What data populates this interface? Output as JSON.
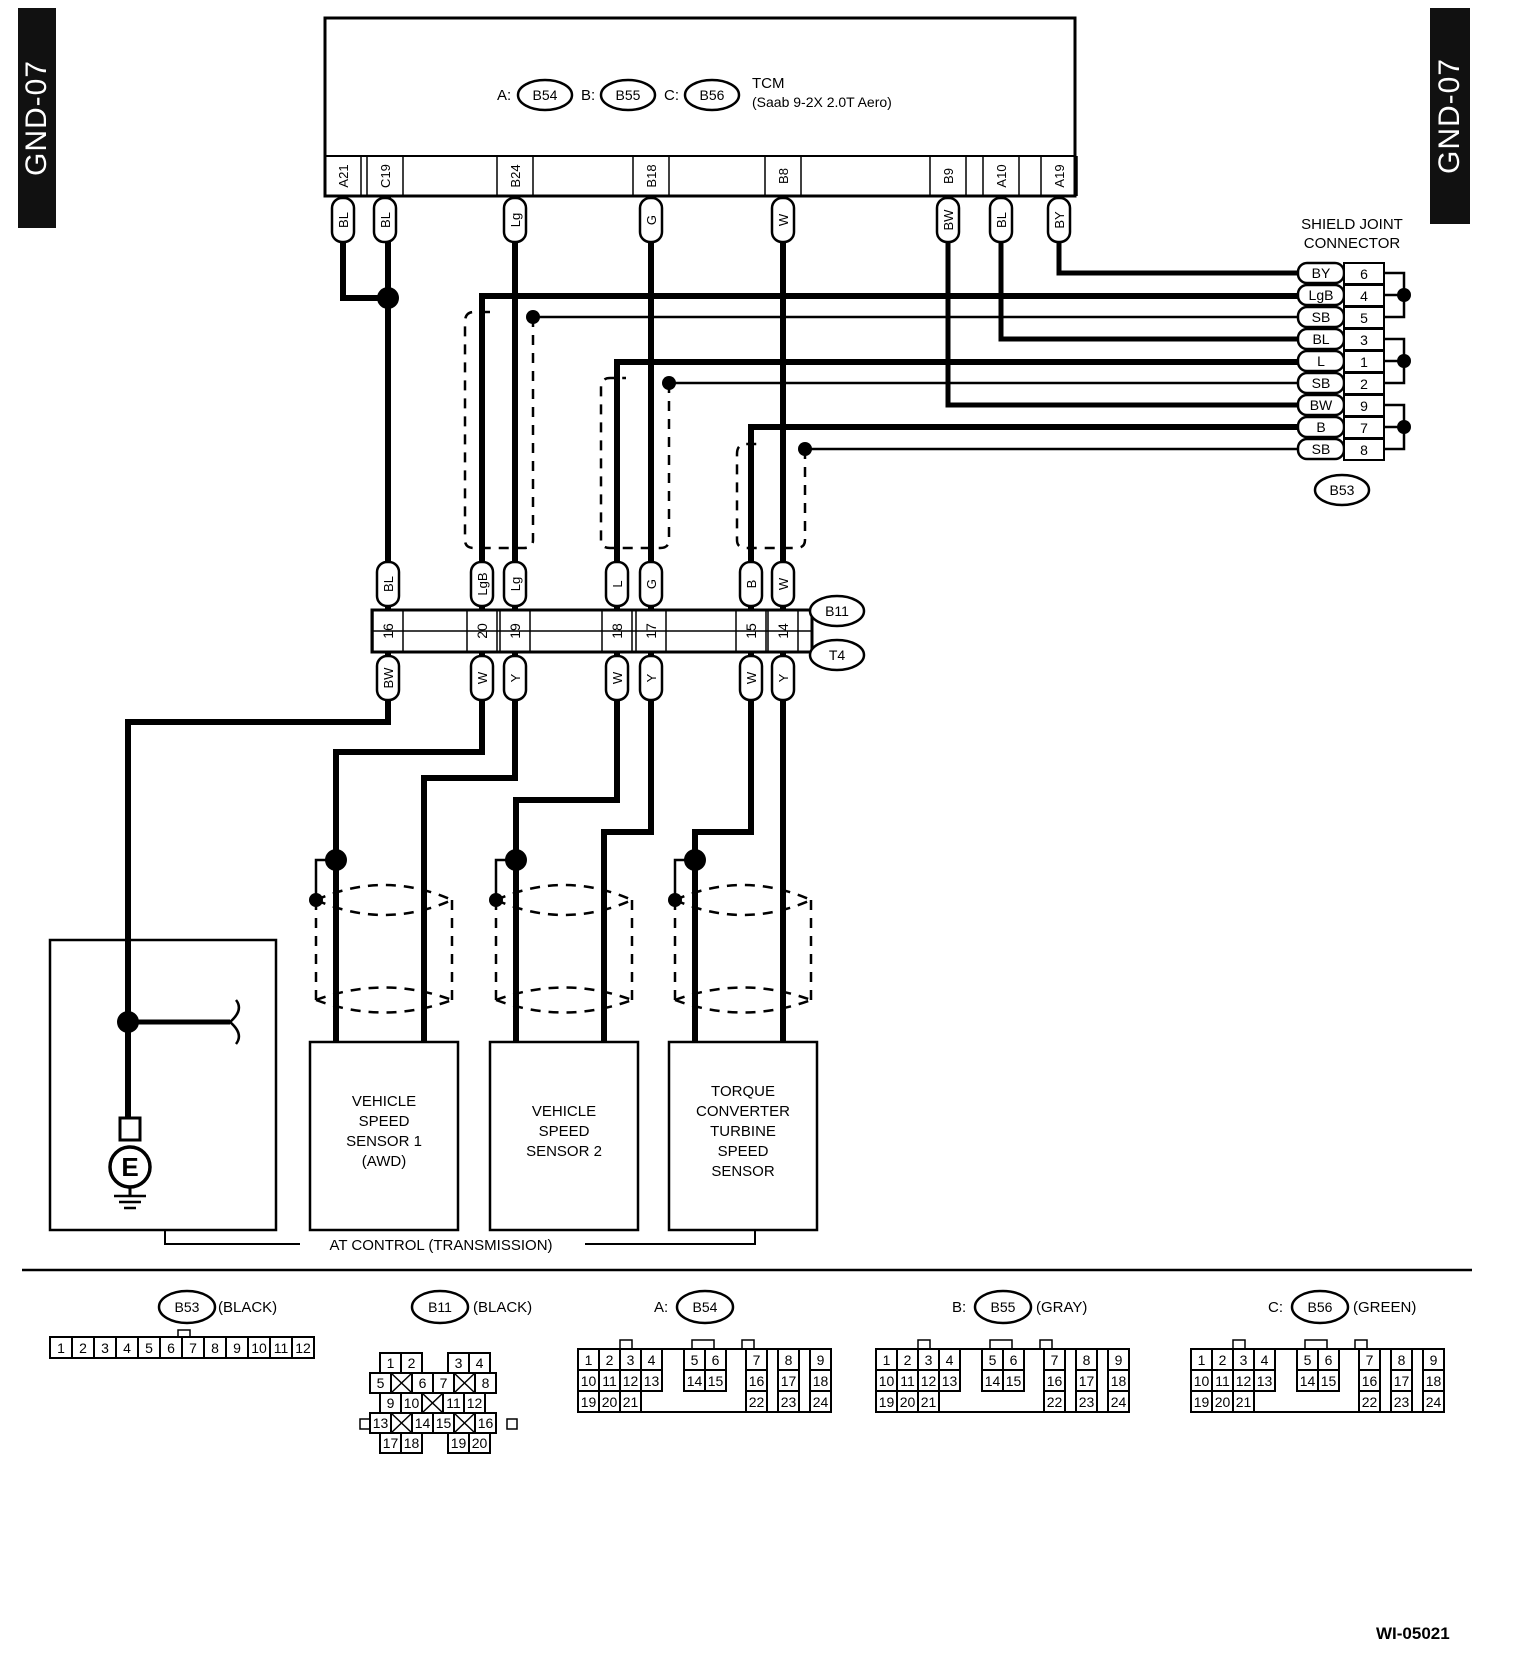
{
  "side_tabs": {
    "left": "GND-07",
    "right": "GND-07"
  },
  "figure_id": "WI-05021",
  "tcm": {
    "connector_a_prefix": "A:",
    "connector_a": "B54",
    "connector_b_prefix": "B:",
    "connector_b": "B55",
    "connector_c_prefix": "C:",
    "connector_c": "B56",
    "title": "TCM",
    "subtitle": "(Saab 9-2X 2.0T Aero)",
    "pins": [
      {
        "pin": "A21",
        "wire": "BL"
      },
      {
        "pin": "C19",
        "wire": "BL"
      },
      {
        "pin": "B24",
        "wire": "Lg"
      },
      {
        "pin": "B18",
        "wire": "G"
      },
      {
        "pin": "B8",
        "wire": "W"
      },
      {
        "pin": "B9",
        "wire": "BW"
      },
      {
        "pin": "A10",
        "wire": "BL"
      },
      {
        "pin": "A19",
        "wire": "BY"
      }
    ]
  },
  "shield_joint": {
    "title_line1": "SHIELD JOINT",
    "title_line2": "CONNECTOR",
    "connector": "B53",
    "rows": [
      {
        "wire": "BY",
        "pin": "6"
      },
      {
        "wire": "LgB",
        "pin": "4"
      },
      {
        "wire": "SB",
        "pin": "5"
      },
      {
        "wire": "BL",
        "pin": "3"
      },
      {
        "wire": "L",
        "pin": "1"
      },
      {
        "wire": "SB",
        "pin": "2"
      },
      {
        "wire": "BW",
        "pin": "9"
      },
      {
        "wire": "B",
        "pin": "7"
      },
      {
        "wire": "SB",
        "pin": "8"
      }
    ]
  },
  "joint": {
    "connector_top": "B11",
    "connector_bottom": "T4",
    "pins": [
      {
        "top_wire": "BL",
        "pin": "16",
        "bottom_wire": "BW"
      },
      {
        "top_wire": "LgB",
        "pin": "20",
        "bottom_wire": "W"
      },
      {
        "top_wire": "Lg",
        "pin": "19",
        "bottom_wire": "Y"
      },
      {
        "top_wire": "L",
        "pin": "18",
        "bottom_wire": "W"
      },
      {
        "top_wire": "G",
        "pin": "17",
        "bottom_wire": "Y"
      },
      {
        "top_wire": "B",
        "pin": "15",
        "bottom_wire": "W"
      },
      {
        "top_wire": "W",
        "pin": "14",
        "bottom_wire": "Y"
      }
    ]
  },
  "ground_label": "E",
  "sensors": [
    {
      "line1": "VEHICLE",
      "line2": "SPEED",
      "line3": "SENSOR 1",
      "line4": "(AWD)",
      "line5": ""
    },
    {
      "line1": "VEHICLE",
      "line2": "SPEED",
      "line3": "SENSOR 2",
      "line4": "",
      "line5": ""
    },
    {
      "line1": "TORQUE",
      "line2": "CONVERTER",
      "line3": "TURBINE",
      "line4": "SPEED",
      "line5": "SENSOR"
    }
  ],
  "group_label": "AT CONTROL (TRANSMISSION)",
  "connector_views": {
    "b53": {
      "code": "B53",
      "color": "(BLACK)",
      "pins": [
        "1",
        "2",
        "3",
        "4",
        "5",
        "6",
        "7",
        "8",
        "9",
        "10",
        "11",
        "12"
      ]
    },
    "b11": {
      "code": "B11",
      "color": "(BLACK)",
      "rows": [
        [
          "1",
          "2",
          "3",
          "4"
        ],
        [
          "5",
          "6",
          "7",
          "8"
        ],
        [
          "9",
          "10",
          "11",
          "12"
        ],
        [
          "13",
          "14",
          "15",
          "16"
        ],
        [
          "17",
          "18",
          "19",
          "20"
        ]
      ]
    },
    "b54": {
      "prefix": "A:",
      "code": "B54",
      "color": ""
    },
    "b55": {
      "prefix": "B:",
      "code": "B55",
      "color": "(GRAY)"
    },
    "b56": {
      "prefix": "C:",
      "code": "B56",
      "color": "(GREEN)"
    },
    "ecu_rows": [
      [
        "1",
        "2",
        "3",
        "4",
        "5",
        "6",
        "7",
        "8",
        "9"
      ],
      [
        "10",
        "11",
        "12",
        "13",
        "14",
        "15",
        "16",
        "17",
        "18"
      ],
      [
        "19",
        "20",
        "21",
        "22",
        "23",
        "24"
      ]
    ]
  }
}
